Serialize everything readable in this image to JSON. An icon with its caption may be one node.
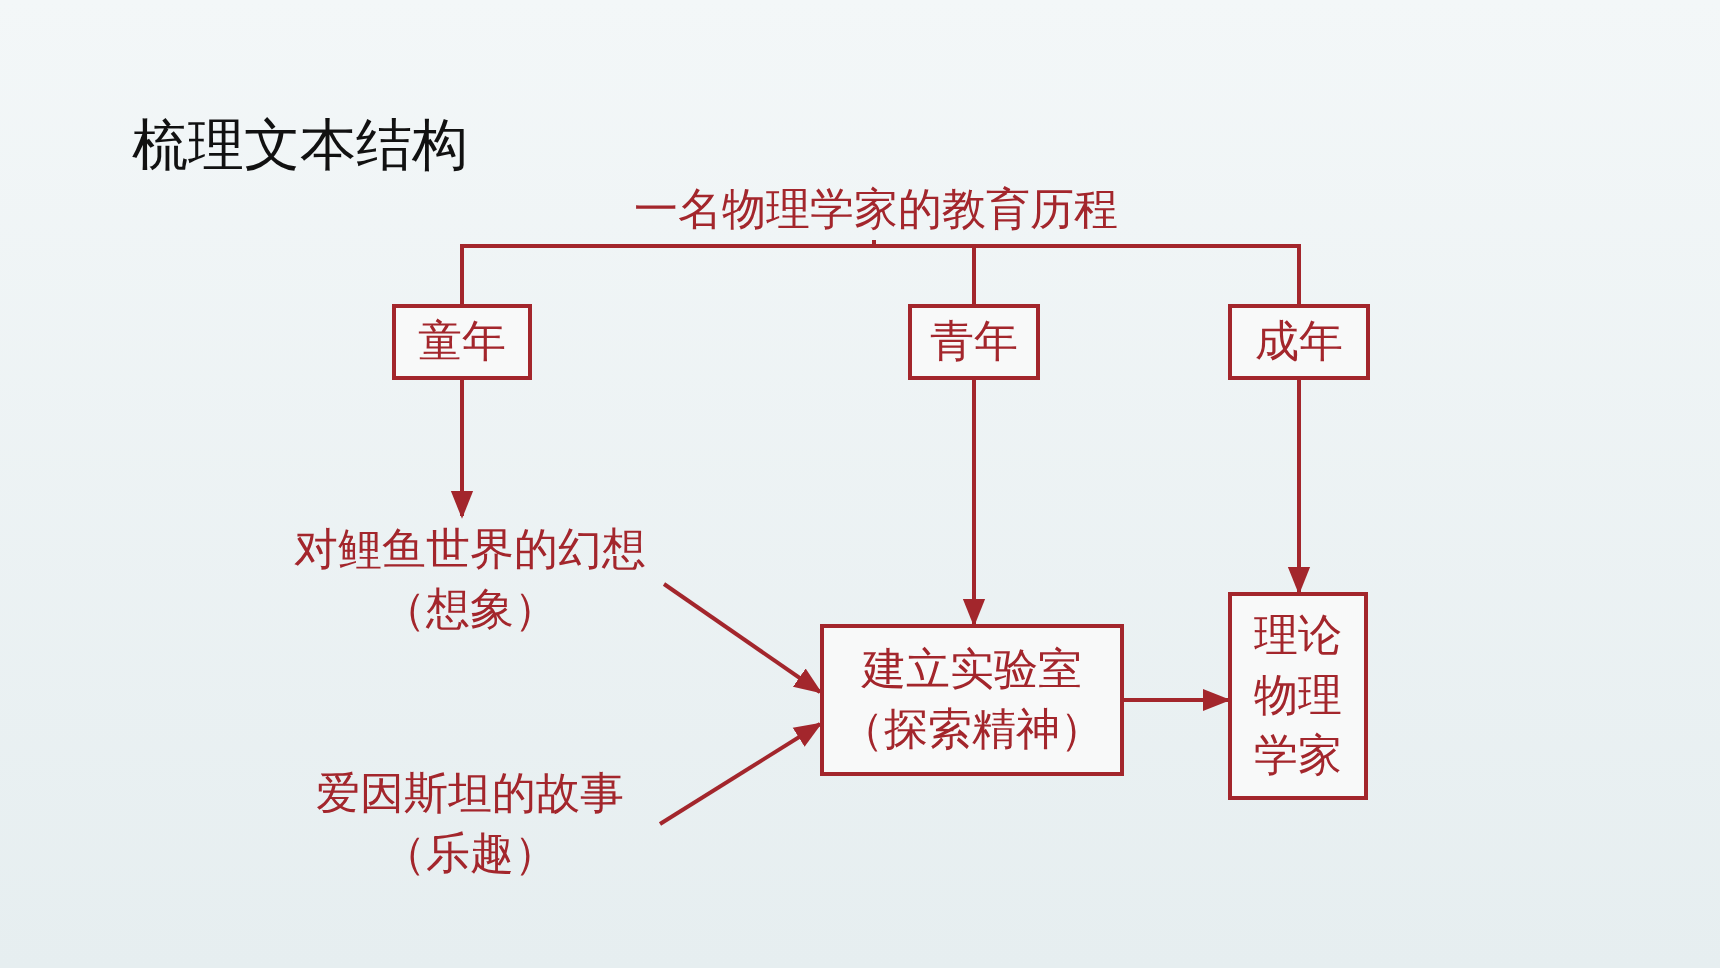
{
  "diagram": {
    "title": "梳理文本结构",
    "nodes": [
      {
        "text": [
          "一名物理学家的教育历程"
        ]
      },
      {
        "text": [
          "童年"
        ]
      },
      {
        "text": [
          "青年"
        ]
      },
      {
        "text": [
          "成年"
        ]
      },
      {
        "text": [
          "对鲤鱼世界的幻想（想象）"
        ]
      },
      {
        "text": [
          "爱因斯坦的故事（乐趣）"
        ]
      },
      {
        "text": [
          "建立实验室（探索精神）"
        ]
      },
      {
        "text": [
          "理论物理学家"
        ]
      }
    ],
    "edges": [
      {
        "from": 0,
        "to": 1,
        "arrow": "none"
      },
      {
        "from": 0,
        "to": 2,
        "arrow": "none"
      },
      {
        "from": 0,
        "to": 3,
        "arrow": "none"
      },
      {
        "from": 1,
        "to": 4,
        "arrow": "to"
      },
      {
        "from": 2,
        "to": 6,
        "arrow": "to"
      },
      {
        "from": 3,
        "to": 7,
        "arrow": "to"
      },
      {
        "from": 4,
        "to": 6,
        "arrow": "to"
      },
      {
        "from": 5,
        "to": 6,
        "arrow": "to"
      },
      {
        "from": 6,
        "to": 7,
        "arrow": "to"
      }
    ]
  }
}
